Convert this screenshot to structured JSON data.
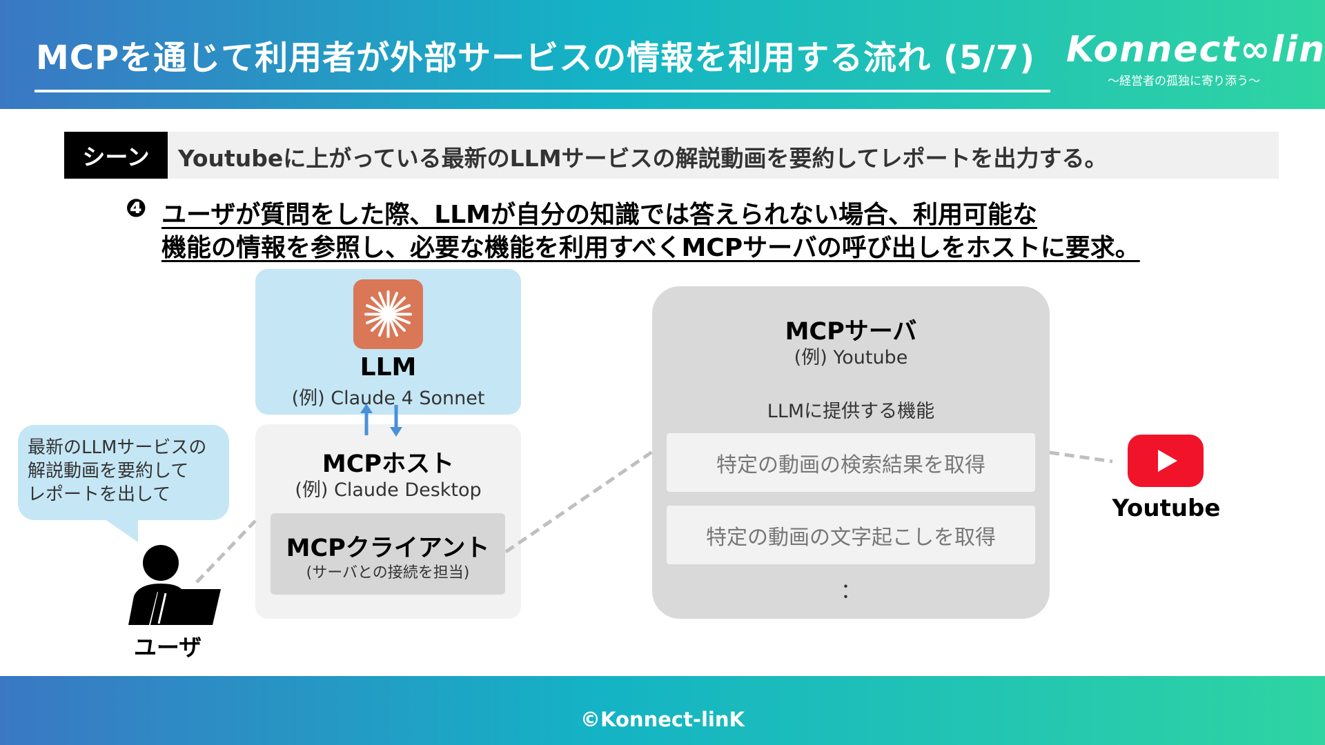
{
  "header": {
    "title": "MCPを通じて利用者が外部サービスの情報を利用する流れ (5/7)",
    "logo_text": "Konnect∞linK",
    "logo_tagline": "〜経営者の孤独に寄り添う〜"
  },
  "scene": {
    "label": "シーン",
    "text": "Youtubeに上がっている最新のLLMサービスの解説動画を要約してレポートを出力する。"
  },
  "step": {
    "number": "❹",
    "line1": "ユーザが質問をした際、LLMが自分の知識では答えられない場合、利用可能な",
    "line2": "機能の情報を参照し、必要な機能を利用すべくMCPサーバの呼び出しをホストに要求。"
  },
  "llm": {
    "title": "LLM",
    "example": "(例) Claude 4 Sonnet",
    "icon": "claude-starburst-icon"
  },
  "host": {
    "title": "MCPホスト",
    "example": "(例) Claude Desktop"
  },
  "client": {
    "title": "MCPクライアント",
    "subtitle": "(サーバとの接続を担当)"
  },
  "server": {
    "title": "MCPサーバ",
    "example": "(例) Youtube",
    "features_heading": "LLMに提供する機能",
    "features": [
      "特定の動画の検索結果を取得",
      "特定の動画の文字起こしを取得"
    ],
    "ellipsis": "："
  },
  "user": {
    "label": "ユーザ",
    "bubble": [
      "最新のLLMサービスの",
      "解説動画を要約して",
      "レポートを出して"
    ]
  },
  "youtube": {
    "label": "Youtube",
    "icon": "youtube-play-icon"
  },
  "footer": {
    "text": "©Konnect-linK"
  },
  "colors": {
    "header_gradient": [
      "#3a78c4",
      "#14b3c5",
      "#2fd4a2"
    ],
    "llm_box": "#c5e6f5",
    "claude_orange": "#d97757",
    "arrow_blue": "#4a90d9",
    "youtube_red": "#f0132a",
    "dashed_line": "#bfbfbf"
  }
}
